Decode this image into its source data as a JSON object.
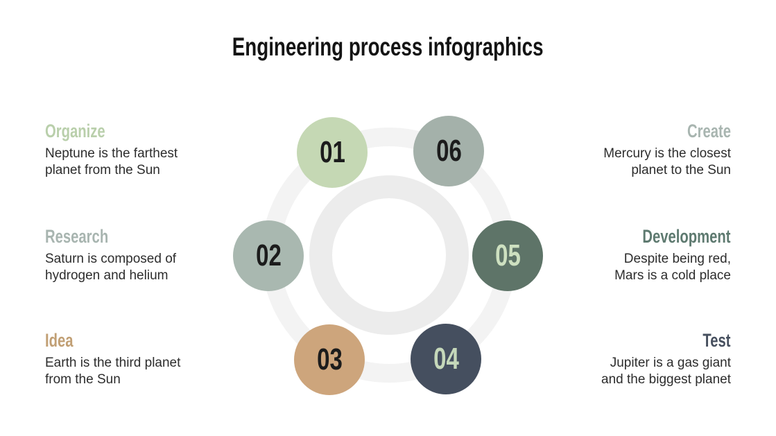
{
  "title": "Engineering process infographics",
  "title_color": "#141414",
  "text_color": "#2d2d2d",
  "rings": {
    "outer_color": "#f3f3f3",
    "inner_color": "#ececec"
  },
  "left_items": [
    {
      "heading": "Organize",
      "heading_color": "#b9cfab",
      "body_lines": [
        "Neptune is the farthest",
        "planet from the Sun"
      ]
    },
    {
      "heading": "Research",
      "heading_color": "#a8b5b0",
      "body_lines": [
        "Saturn is composed of",
        "hydrogen and helium"
      ]
    },
    {
      "heading": "Idea",
      "heading_color": "#c19f74",
      "body_lines": [
        "Earth is the third planet",
        "from the Sun"
      ]
    }
  ],
  "right_items": [
    {
      "heading": "Create",
      "heading_color": "#a8b5b0",
      "body_lines": [
        "Mercury is the closest",
        "planet to the Sun"
      ]
    },
    {
      "heading": "Development",
      "heading_color": "#5e7a70",
      "body_lines": [
        "Despite being red,",
        "Mars is a cold place"
      ]
    },
    {
      "heading": "Test",
      "heading_color": "#47505f",
      "body_lines": [
        "Jupiter is a gas giant",
        "and the biggest planet"
      ]
    }
  ],
  "circles": [
    {
      "number": "01",
      "fill": "#c5d8b4",
      "number_color": "#1c1c1c"
    },
    {
      "number": "02",
      "fill": "#a9b8b0",
      "number_color": "#1c1c1c"
    },
    {
      "number": "03",
      "fill": "#cda57c",
      "number_color": "#1c1c1c"
    },
    {
      "number": "04",
      "fill": "#454f5f",
      "number_color": "#c5d8ba"
    },
    {
      "number": "05",
      "fill": "#5e7468",
      "number_color": "#cde0c0"
    },
    {
      "number": "06",
      "fill": "#a4b1aa",
      "number_color": "#1c1c1c"
    }
  ]
}
